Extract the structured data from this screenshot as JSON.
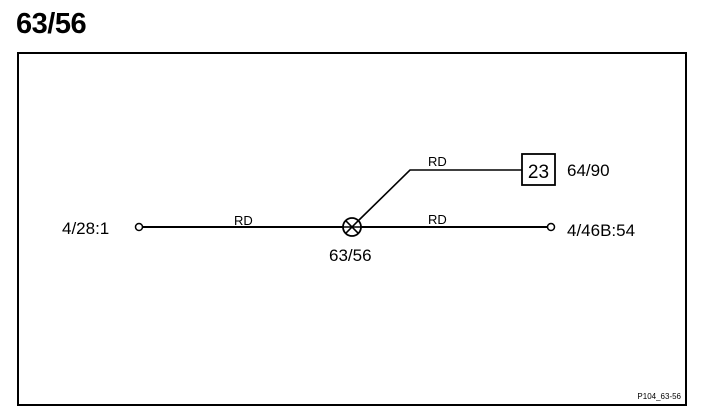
{
  "page": {
    "title": "63/56"
  },
  "diagram": {
    "left_terminal": "4/28:1",
    "right_terminal": "4/46B:54",
    "splice_label": "63/56",
    "connector_pin": "23",
    "connector_ref": "64/90",
    "wire_left_color": "RD",
    "wire_right_color": "RD",
    "wire_branch_color": "RD",
    "figure_id": "P104_63-56"
  }
}
